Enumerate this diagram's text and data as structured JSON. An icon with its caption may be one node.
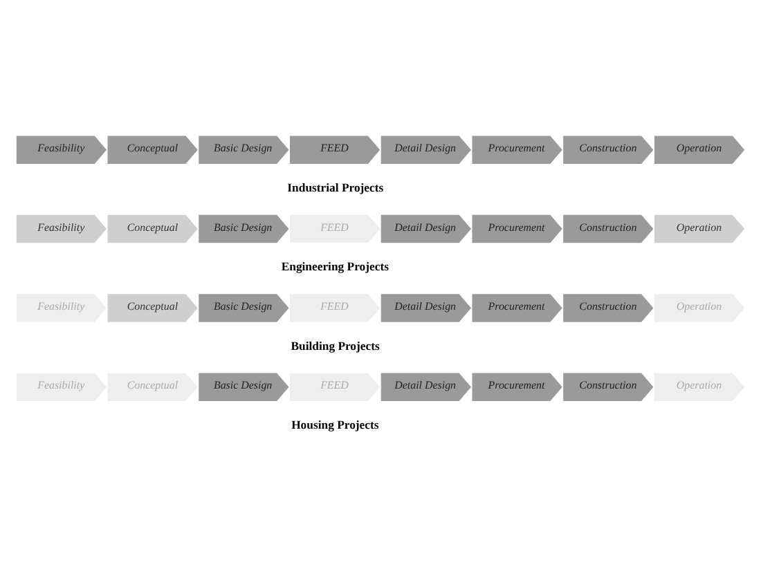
{
  "diagram": {
    "nodes": [
      {
        "text": [
          "Feasibility"
        ]
      },
      {
        "text": [
          "Conceptual"
        ]
      },
      {
        "text": [
          "Basic Design"
        ]
      },
      {
        "text": [
          "FEED"
        ]
      },
      {
        "text": [
          "Detail Design"
        ]
      },
      {
        "text": [
          "Procurement"
        ]
      },
      {
        "text": [
          "Construction"
        ]
      },
      {
        "text": [
          "Operation"
        ]
      },
      {
        "text": [
          "Feasibility"
        ]
      },
      {
        "text": [
          "Conceptual"
        ]
      },
      {
        "text": [
          "Basic Design"
        ]
      },
      {
        "text": [
          "FEED"
        ]
      },
      {
        "text": [
          "Detail Design"
        ]
      },
      {
        "text": [
          "Procurement"
        ]
      },
      {
        "text": [
          "Construction"
        ]
      },
      {
        "text": [
          "Operation"
        ]
      },
      {
        "text": [
          "Feasibility"
        ]
      },
      {
        "text": [
          "Conceptual"
        ]
      },
      {
        "text": [
          "Basic Design"
        ]
      },
      {
        "text": [
          "FEED"
        ]
      },
      {
        "text": [
          "Detail Design"
        ]
      },
      {
        "text": [
          "Procurement"
        ]
      },
      {
        "text": [
          "Construction"
        ]
      },
      {
        "text": [
          "Operation"
        ]
      },
      {
        "text": [
          "Feasibility"
        ]
      },
      {
        "text": [
          "Conceptual"
        ]
      },
      {
        "text": [
          "Basic Design"
        ]
      },
      {
        "text": [
          "FEED"
        ]
      },
      {
        "text": [
          "Detail Design"
        ]
      },
      {
        "text": [
          "Procurement"
        ]
      },
      {
        "text": [
          "Construction"
        ]
      },
      {
        "text": [
          "Operation"
        ]
      }
    ],
    "edges": [],
    "labels": [
      "Industrial Projects",
      "Engineering Projects",
      "Building Projects",
      "Housing Projects"
    ]
  }
}
